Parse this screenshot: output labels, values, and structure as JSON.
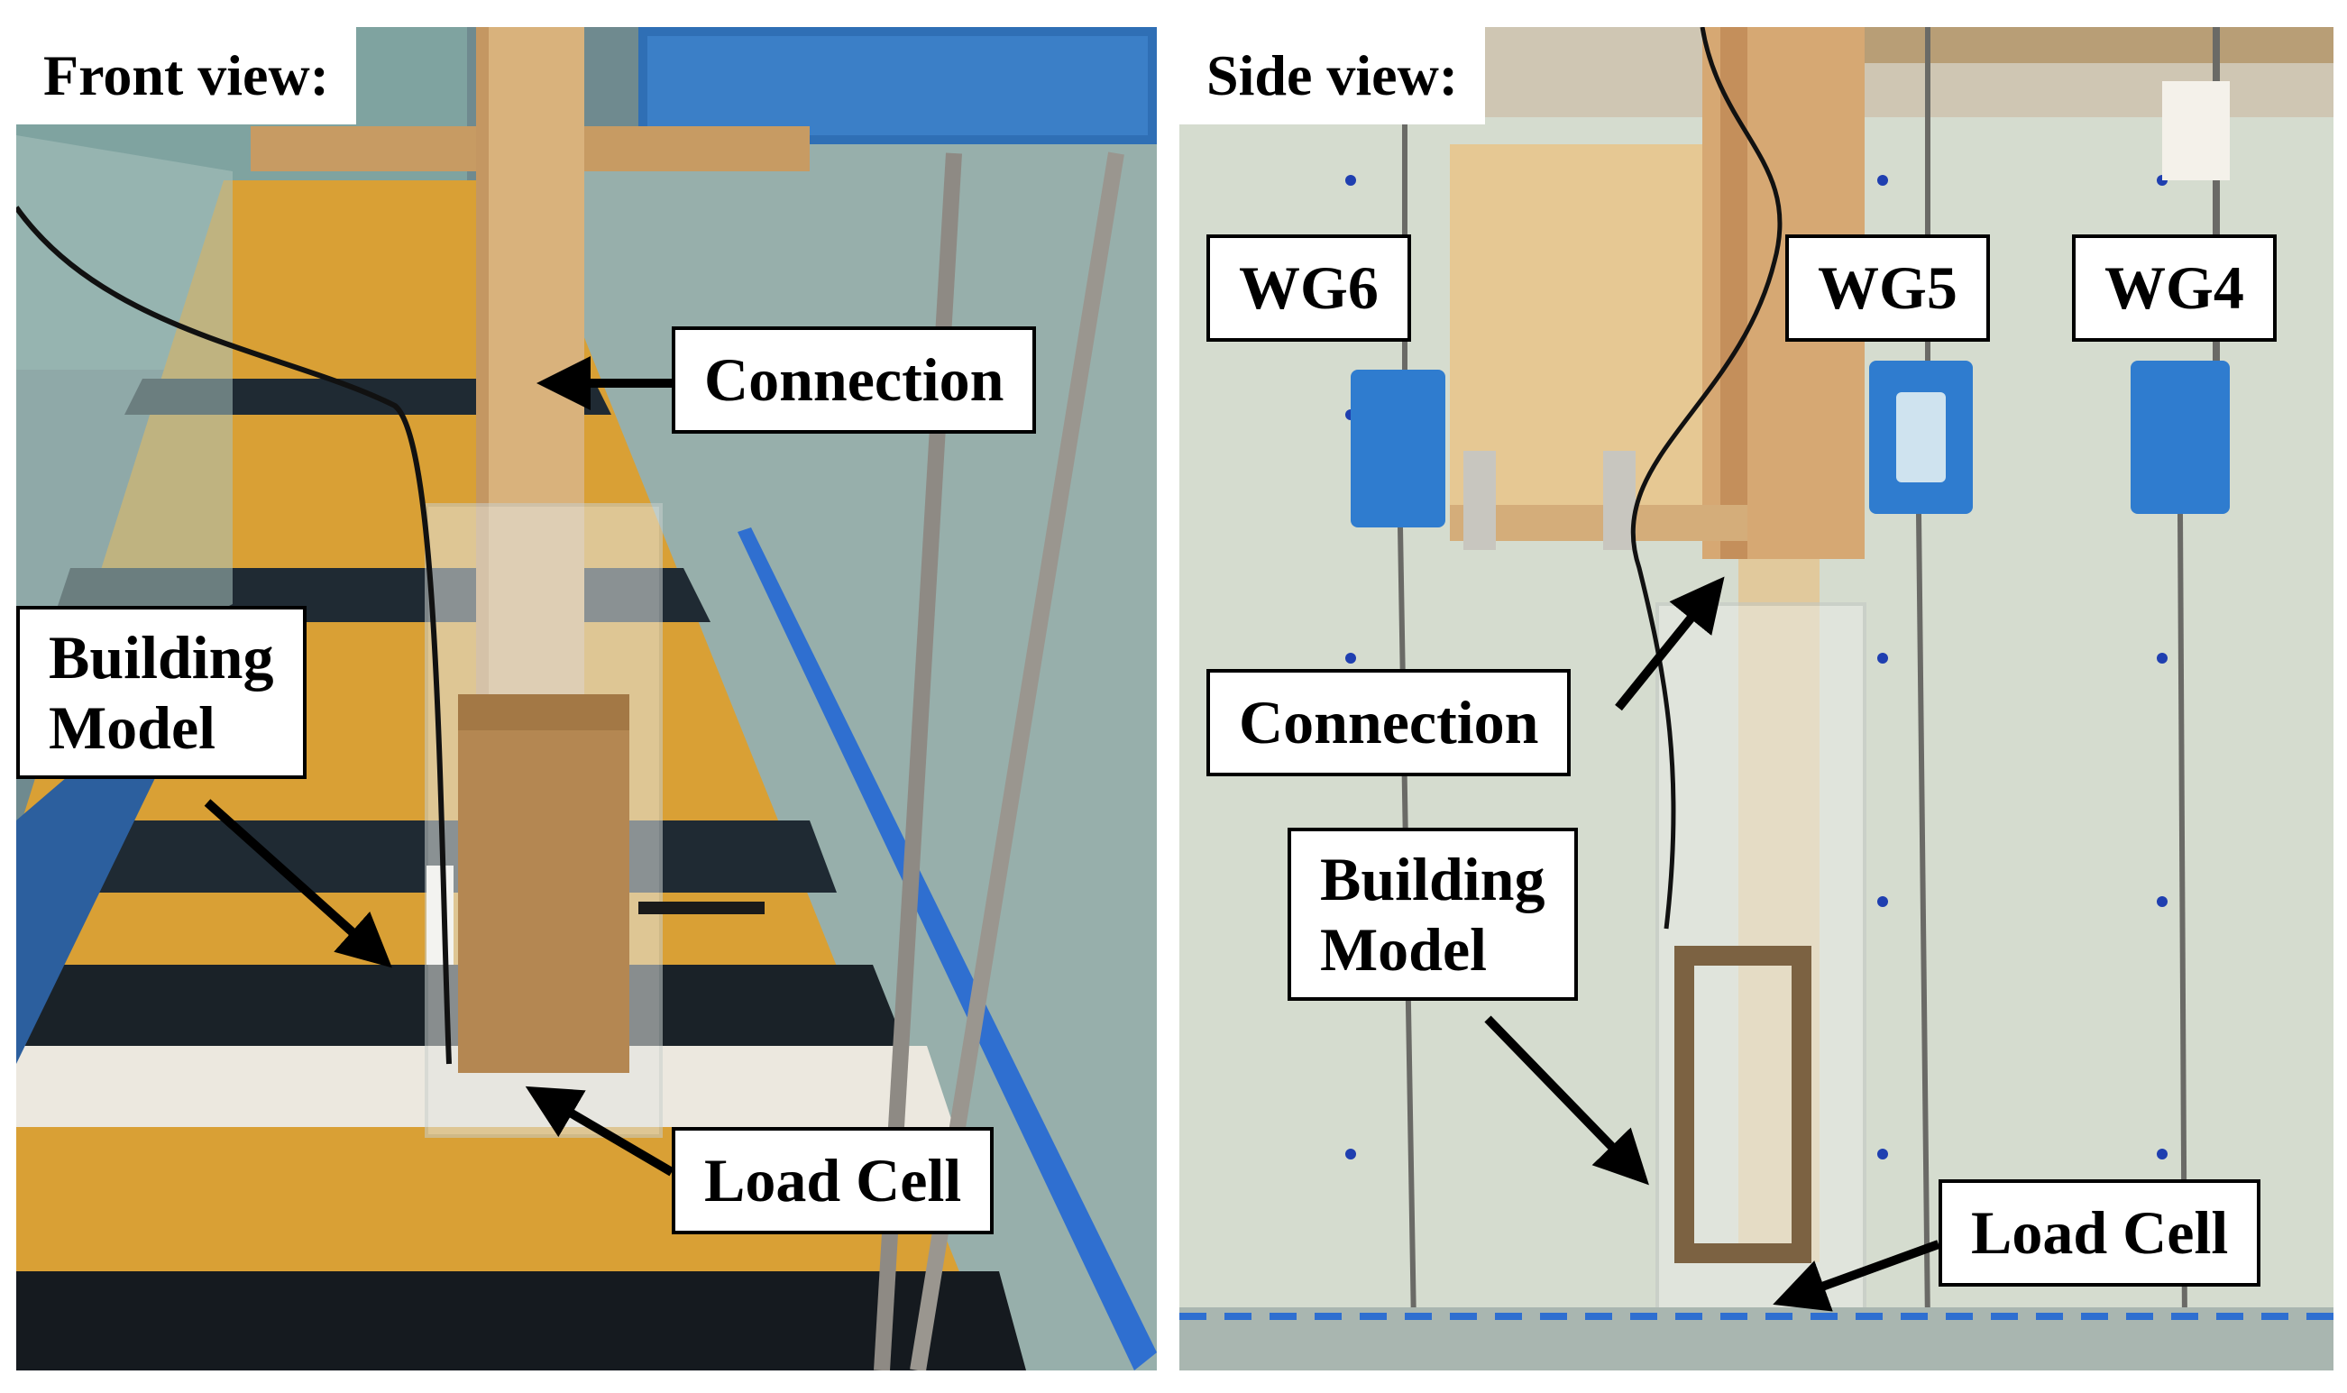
{
  "figure": {
    "front_panel": {
      "title": "Front view:",
      "labels": {
        "connection": "Connection",
        "building_model": "Building\nModel",
        "load_cell": "Load Cell"
      }
    },
    "side_panel": {
      "title": "Side view:",
      "labels": {
        "wg6": "WG6",
        "wg5": "WG5",
        "wg4": "WG4",
        "connection": "Connection",
        "building_model": "Building\nModel",
        "load_cell": "Load Cell"
      }
    }
  }
}
